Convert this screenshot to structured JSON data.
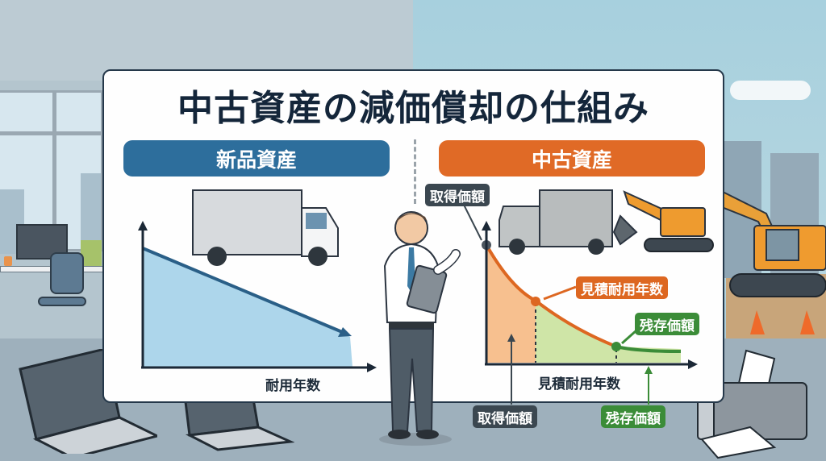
{
  "title": "中古資産の減価償却の仕組み",
  "panels": {
    "new": {
      "header": "新品資産",
      "x_axis_label": "耐用年数",
      "illustration": "box-truck-new"
    },
    "used": {
      "header": "中古資産",
      "x_axis_label": "見積耐用年数",
      "illustrations": [
        "box-truck-used",
        "excavator"
      ],
      "callouts": {
        "acquisition_top": "取得価額",
        "estimated_life": "見積耐用年数",
        "residual_value": "残存価額",
        "acquisition_bottom": "取得価額",
        "residual_bottom": "残存価額"
      }
    }
  },
  "colors": {
    "title": "#14263a",
    "new_accent": "#2d6e9c",
    "new_fill": "#add6eb",
    "used_accent": "#e06a26",
    "used_fill_orange": "#f7c08f",
    "used_fill_green": "#cfe5a7",
    "residual_green": "#3b8c38",
    "label_dark": "#3b4750"
  },
  "chart_data": [
    {
      "type": "area",
      "title": "新品資産",
      "xlabel": "耐用年数",
      "ylabel": "",
      "description": "Straight-line decline of book value over useful life",
      "x": [
        0,
        1
      ],
      "values": [
        1.0,
        0.22
      ],
      "grid": false
    },
    {
      "type": "area",
      "title": "中古資産",
      "xlabel": "見積耐用年数",
      "ylabel": "",
      "description": "Curved decline from acquisition cost to residual value, shaded orange then green",
      "x": [
        0,
        0.25,
        0.6,
        1.0
      ],
      "values": [
        1.0,
        0.53,
        0.12,
        0.08
      ],
      "annotations": [
        {
          "x": 0,
          "label": "取得価額"
        },
        {
          "x": 0.25,
          "label": "見積耐用年数"
        },
        {
          "x": 0.6,
          "label": "残存価額"
        }
      ],
      "grid": false
    }
  ]
}
